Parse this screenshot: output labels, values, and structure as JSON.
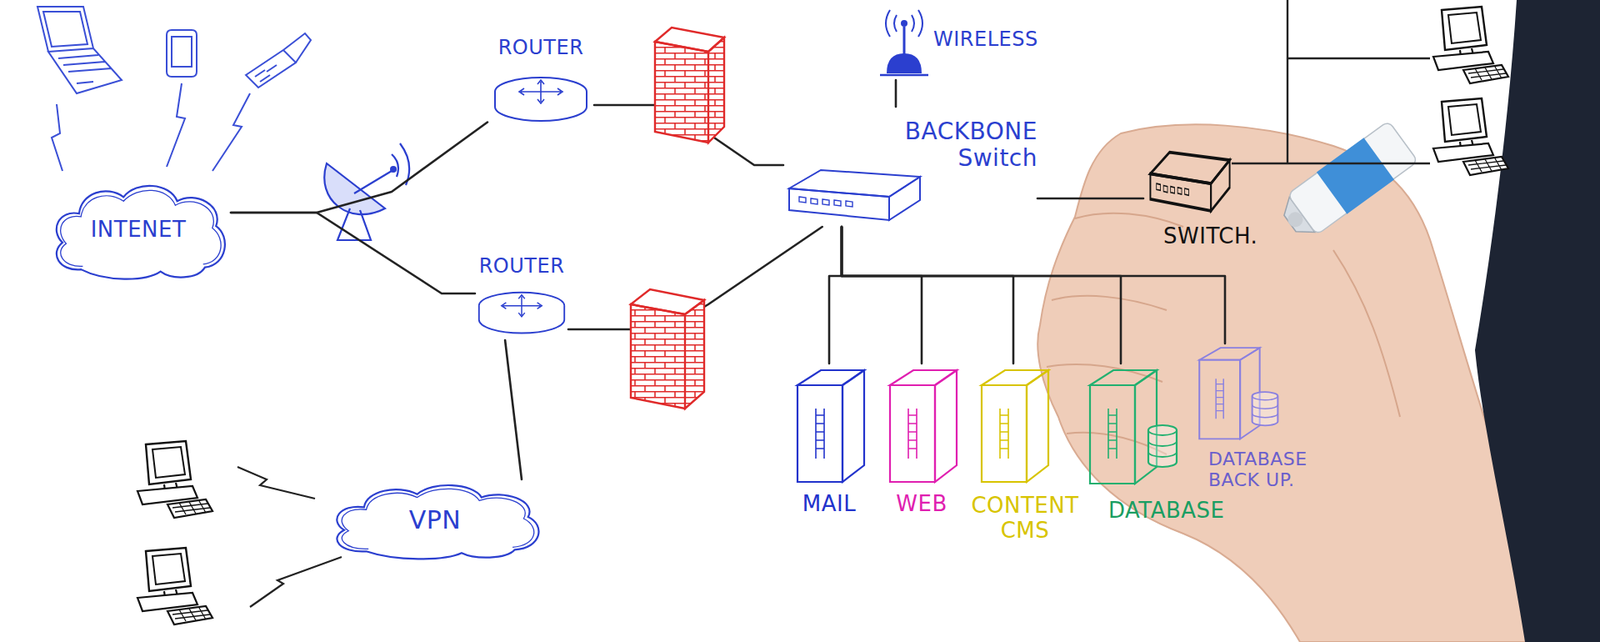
{
  "diagram": {
    "nodes": [
      {
        "text": [
          "INTENET"
        ]
      },
      {
        "text": [
          "ROUTER"
        ]
      },
      {
        "text": [
          "WIRELESS"
        ]
      },
      {
        "text": [
          "BACKBONE Switch"
        ]
      },
      {
        "text": [
          "SWITCH."
        ]
      },
      {
        "text": [
          "ROUTER"
        ]
      },
      {
        "text": [
          "VPN"
        ]
      },
      {
        "text": [
          "MAIL"
        ]
      },
      {
        "text": [
          "WEB"
        ]
      },
      {
        "text": [
          "CONTENT CMS"
        ]
      },
      {
        "text": [
          "DATABASE"
        ]
      },
      {
        "text": [
          "DATABASE BACK UP."
        ]
      }
    ],
    "edges": [
      {
        "from": 0,
        "to": 1,
        "arrow": "none"
      },
      {
        "from": 0,
        "to": 5,
        "arrow": "none"
      },
      {
        "from": 1,
        "to": 3,
        "arrow": "none"
      },
      {
        "from": 5,
        "to": 3,
        "arrow": "none"
      },
      {
        "from": 3,
        "to": 2,
        "arrow": "none"
      },
      {
        "from": 3,
        "to": 4,
        "arrow": "none"
      },
      {
        "from": 3,
        "to": 7,
        "arrow": "none"
      },
      {
        "from": 3,
        "to": 8,
        "arrow": "none"
      },
      {
        "from": 3,
        "to": 9,
        "arrow": "none"
      },
      {
        "from": 3,
        "to": 10,
        "arrow": "none"
      },
      {
        "from": 3,
        "to": 11,
        "arrow": "none"
      },
      {
        "from": 6,
        "to": 5,
        "arrow": "none"
      }
    ]
  }
}
